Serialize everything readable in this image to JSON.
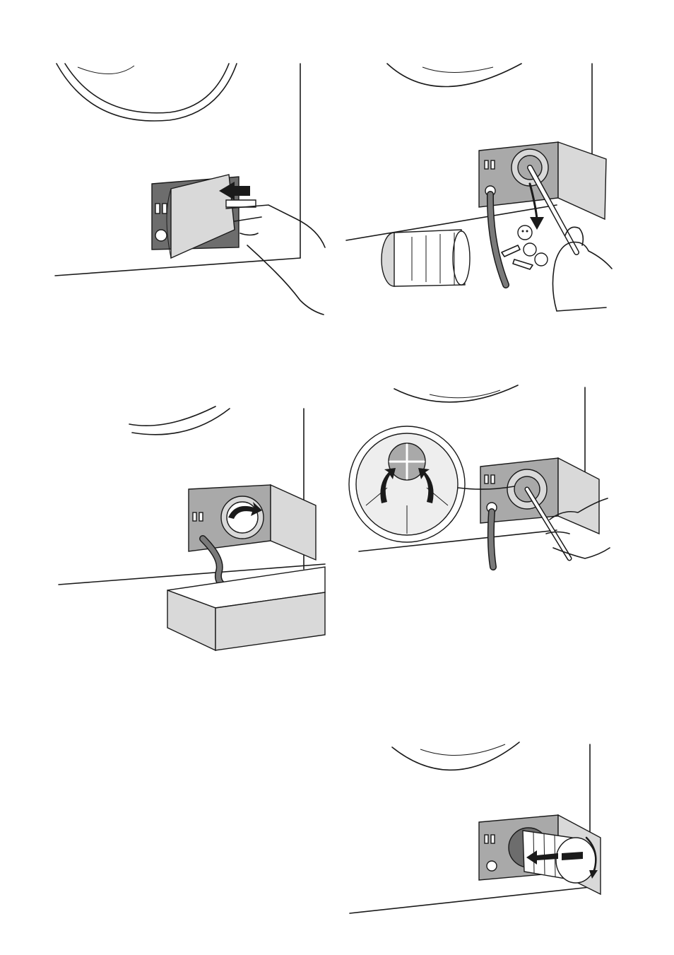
{
  "figure": {
    "panels": [
      {
        "id": "step-1-open-flap"
      },
      {
        "id": "step-2-remove-foreign-objects"
      },
      {
        "id": "step-3-drain-water"
      },
      {
        "id": "step-4-clean-impeller"
      },
      {
        "id": "step-5-reinsert-filter"
      }
    ]
  },
  "colors": {
    "ink": "#1a1a1a",
    "panel_dark": "#6d6d6d",
    "panel_mid": "#a9a9a9",
    "panel_light": "#d9d9d9",
    "background": "#ffffff"
  }
}
